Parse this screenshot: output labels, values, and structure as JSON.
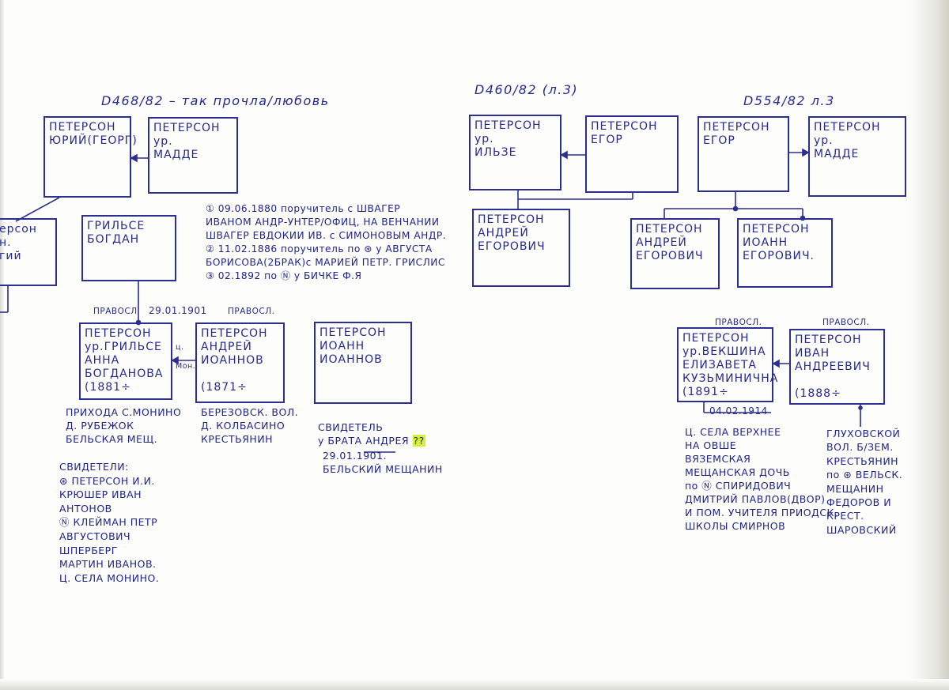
{
  "references": {
    "left": "D468/82 – так прочла/любовь",
    "middle": "D460/82 (л.3)",
    "right": "D554/82 л.3"
  },
  "boxes": {
    "yuri": "ПЕТЕРСОН\nЮРИЙ(ГЕОРГ)",
    "madde_left": "ПЕТЕРСОН\nур.\nМАДДЕ",
    "partial_left": "ерсон\nн.\nгий",
    "grilse_bogdan": "ГРИЛЬСЕ\nБОГДАН",
    "anna": "ПЕТЕРСОН\nур.ГРИЛЬСЕ\nАННА\nБОГДАНОВА\n(1881÷",
    "andrei_ioannov": "ПЕТЕРСОН\nАНДРЕЙ\nИОАННОВ\n\n(1871÷",
    "ioann_ioannov": "ПЕТЕРСОН\nИОАНН\nИОАННОВ",
    "ilze": "ПЕТЕРСОН\nур.\nИЛЬЗЕ",
    "egor_mid": "ПЕТЕРСОН\nЕГОР",
    "andrei_egorovich_mid": "ПЕТЕРСОН\nАНДРЕЙ\nЕГОРОВИЧ",
    "egor_right": "ПЕТЕРСОН\nЕГОР",
    "madde_right": "ПЕТЕРСОН\nур.\nМАДДЕ",
    "andrei_egorovich_right": "ПЕТЕРСОН\nАНДРЕЙ\nЕГОРОВИЧ",
    "ioann_egorovich": "ПЕТЕРСОН\nИОАНН\nЕГОРОВИЧ.",
    "elizaveta": "ПЕТЕРСОН\nур.ВЕКШИНА\nЕЛИЗАВЕТА\nКУЗЬМИНИЧНА\n(1891÷",
    "ivan_andreevich": "ПЕТЕРСОН\nИВАН\nАНДРЕЕВИЧ\n\n(1888÷"
  },
  "labels": {
    "pravosl_1": "ПРАВОСЛ",
    "date_1901": "29.01.1901",
    "pravosl_2": "ПРАВОСЛ.",
    "c_mon": "ц.\n\nМон.",
    "pravosl_3": "ПРАВОСЛ.",
    "pravosl_4": "ПРАВОСЛ.",
    "date_1914": "04.02.1914"
  },
  "notes": {
    "guarantor": "① 09.06.1880 поручитель с ШВАГЕР\nИВАНОМ АНДР-УНТЕР/ОФИЦ, НА ВЕНЧАНИИ\nШВАГЕР ЕВДОКИИ ИВ. с СИМОНОВЫМ АНДР.\n② 11.02.1886 поручитель по ⊛ у АВГУСТА\nБОРИСОВА(2БРАК)с МАРИЕЙ ПЕТР. ГРИСЛИС\n③ 02.1892 по Ⓝ у БИЧКЕ Ф.Я",
    "anna_origin": "ПРИХОДА С.МОНИНО\nД. РУБЕЖОК\nБЕЛЬСКАЯ МЕЩ.",
    "witnesses": "СВИДЕТЕЛИ:\n⊛ ПЕТЕРСОН И.И.\n   КРЮШЕР ИВАН\n   АНТОНОВ\nⓃ КЛЕЙМАН ПЕТР\n   АВГУСТОВИЧ\n   ШПЕРБЕРГ\n   МАРТИН ИВАНОВ.\n   Ц. СЕЛА МОНИНО.",
    "andrei_origin": "БЕРЕЗОВСК. ВОЛ.\nД. КОЛБАСИНО\nКРЕСТЬЯНИН",
    "ioann_witness_1": "СВИДЕТЕЛЬ\nу БРАТА АНДРЕЯ",
    "ioann_witness_hl": "??",
    "ioann_witness_2": "29.01.1901.\nБЕЛЬСКИЙ МЕЩАНИН",
    "elizaveta_origin": "Ц. СЕЛА ВЕРХНЕЕ\nНА ОВШЕ\nВЯЗЕМСКАЯ\nМЕЩАНСКАЯ ДОЧЬ\nпо Ⓝ СПИРИДОВИЧ\nДМИТРИЙ ПАВЛОВ(ДВОР)\nИ ПОМ. УЧИТЕЛЯ ПРИОДСК.\nШКОЛЫ СМИРНОВ",
    "ivan_origin": "ГЛУХОВСКОЙ\nВОЛ. Б/ЗЕМ.\nКРЕСТЬЯНИН\nпо ⊛ ВЕЛЬСК.\nМЕЩАНИН\nФЕДОРОВ И\nКРЕСТ.\nШАРОВСКИЙ"
  }
}
